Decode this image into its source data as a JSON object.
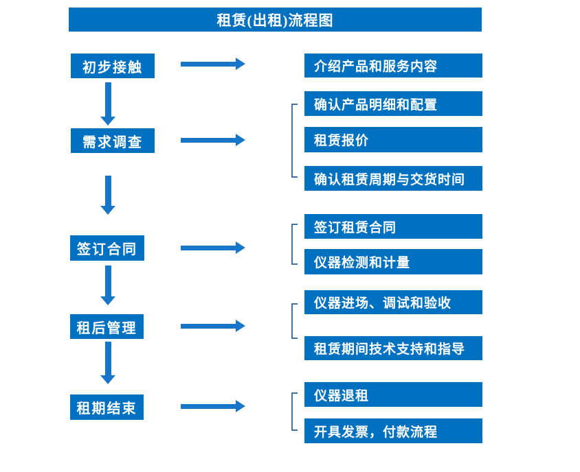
{
  "title": "租赁(出租)流程图",
  "colors": {
    "box_blue": "#0070C0",
    "arrow_blue": "#1776C8",
    "bracket_blue": "#41719C",
    "text_white": "#FFFFFF",
    "background": "#FFFFFF"
  },
  "steps": [
    {
      "label": "初步接触",
      "outputs": [
        "介绍产品和服务内容"
      ]
    },
    {
      "label": "需求调查",
      "outputs": [
        "确认产品明细和配置",
        "租赁报价",
        "确认租赁周期与交货时间"
      ]
    },
    {
      "label": "签订合同",
      "outputs": [
        "签订租赁合同",
        "仪器检测和计量"
      ]
    },
    {
      "label": "租后管理",
      "outputs": [
        "仪器进场、调试和验收",
        "租赁期间技术支持和指导"
      ]
    },
    {
      "label": "租期结束",
      "outputs": [
        "仪器退租",
        "开具发票，付款流程"
      ]
    }
  ]
}
